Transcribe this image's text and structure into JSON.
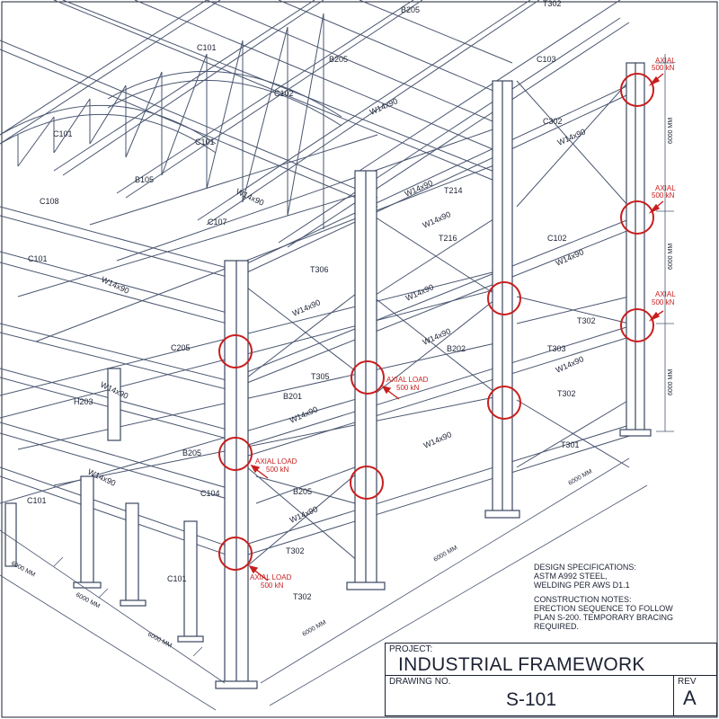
{
  "title_block": {
    "project_caption": "PROJECT:",
    "project_name": "INDUSTRIAL FRAMEWORK",
    "drawing_caption": "DRAWING NO.",
    "drawing_number": "S-101",
    "rev_caption": "REV",
    "rev_value": "A"
  },
  "notes": {
    "spec_heading": "DESIGN SPECIFICATIONS:",
    "spec_line1": "ASTM A992 STEEL,",
    "spec_line2": "WELDING PER AWS D1.1",
    "construction_heading": "CONSTRUCTION NOTES:",
    "construction_line1": "ERECTION SEQUENCE TO FOLLOW",
    "construction_line2": "PLAN S-200. TEMPORARY BRACING",
    "construction_line3": "REQUIRED."
  },
  "member_labels": [
    "B205",
    "T302",
    "C101",
    "B205",
    "C103",
    "C102",
    "W14x90",
    "C302",
    "C101",
    "C101",
    "W14x90",
    "B105",
    "C108",
    "W14x90",
    "W14x90",
    "T214",
    "W14x90",
    "C107",
    "T216",
    "C102",
    "C101",
    "W14x90",
    "T306",
    "W14x90",
    "W14x90",
    "W14x90",
    "T302",
    "C205",
    "W14x90",
    "B202",
    "T303",
    "W14x90",
    "T305",
    "W14x90",
    "B201",
    "T302",
    "H203",
    "W14x90",
    "W14x90",
    "T301",
    "B205",
    "W14x90",
    "B205",
    "C104",
    "C101",
    "W14x90",
    "T302",
    "C101",
    "T302"
  ],
  "load_callouts": [
    {
      "line1": "AXIAL",
      "line2": "500 kN"
    },
    {
      "line1": "AXIAL",
      "line2": "500 kN"
    },
    {
      "line1": "AXIAL",
      "line2": "500 kN"
    },
    {
      "line1": "AXIAL LOAD",
      "line2": "500 kN"
    },
    {
      "line1": "AXIAL LOAD",
      "line2": "500 kN"
    },
    {
      "line1": "AXIAL LOAD",
      "line2": "500 kN"
    }
  ],
  "dimensions": [
    "6000 MM",
    "6000 MM",
    "6000 MM",
    "6000 MM",
    "6000 MM",
    "6000 MM",
    "6000 MM",
    "6000 MM",
    "6000 MM"
  ]
}
